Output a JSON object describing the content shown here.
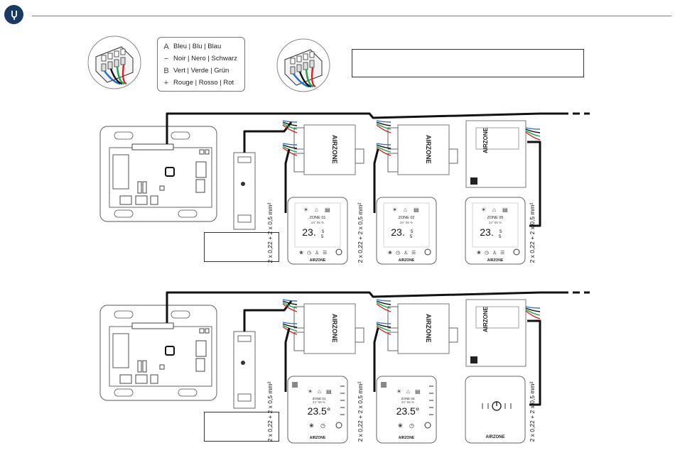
{
  "header": {
    "logo_icon": "wrench-icon",
    "brand_color": "#163a63"
  },
  "legend": {
    "items": [
      {
        "symbol": "A",
        "label": "Bleu | Blu | Blau"
      },
      {
        "symbol": "−",
        "label": "Noir | Nero | Schwarz"
      },
      {
        "symbol": "B",
        "label": "Vert | Verde | Grün"
      },
      {
        "symbol": "+",
        "label": "Rouge | Rosso | Rot"
      }
    ]
  },
  "wire_colors": {
    "blue": "#1f6fd1",
    "black": "#111111",
    "green": "#1aa34a",
    "red": "#d42020"
  },
  "cable_spec": "2 x 0,22 + 2 x 0,5 mm²",
  "module_brand": "AIRZONE",
  "thermostat_brand": "AIRZONE",
  "panels": [
    {
      "thermostats": [
        {
          "zone": "ZONE 01",
          "temp": "23.",
          "dec": "5",
          "sub": "24°  55 %"
        },
        {
          "zone": "ZONE 02",
          "temp": "23.",
          "dec": "5",
          "sub": "24°  55 %"
        },
        {
          "zone": "ZONE 05",
          "temp": "23.",
          "dec": "5",
          "sub": "24°  55 %"
        }
      ]
    },
    {
      "thermostats": [
        {
          "zone": "ZONE 01",
          "temp": "23.5°",
          "sub": "24°  55 %"
        },
        {
          "zone": "ZONE 02",
          "temp": "23.5°",
          "sub": "24°  55 %"
        }
      ]
    }
  ]
}
